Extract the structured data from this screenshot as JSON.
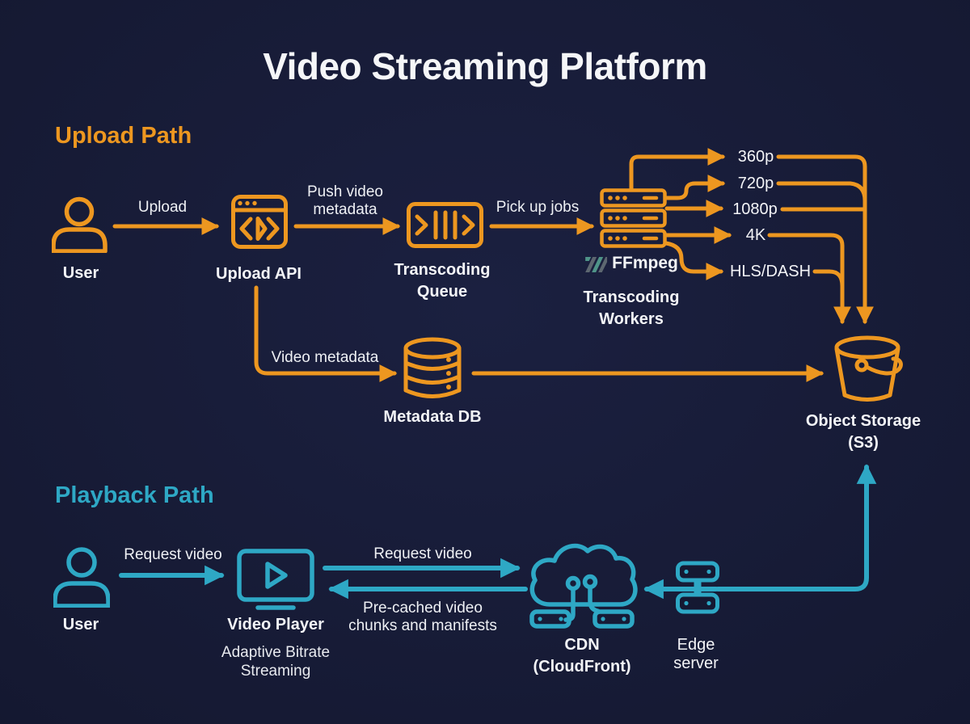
{
  "title": "Video Streaming Platform",
  "colors": {
    "background": "#151932",
    "orange": "#ED9720",
    "teal": "#2EA8C5",
    "text_white": "#F3F4F7",
    "ffmpeg_green": "#4F9488"
  },
  "upload": {
    "header": "Upload Path",
    "user_label": "User",
    "upload_api_label": "Upload API",
    "queue_label_1": "Transcoding",
    "queue_label_2": "Queue",
    "workers_logo": "FFmpeg",
    "workers_label_1": "Transcoding",
    "workers_label_2": "Workers",
    "db_label": "Metadata DB",
    "storage_label_1": "Object Storage",
    "storage_label_2": "(S3)",
    "edge_upload": "Upload",
    "edge_push_1": "Push video",
    "edge_push_2": "metadata",
    "edge_pickup": "Pick up jobs",
    "edge_video_metadata": "Video metadata",
    "outputs": [
      "360p",
      "720p",
      "1080p",
      "4K",
      "HLS/DASH"
    ]
  },
  "playback": {
    "header": "Playback Path",
    "user_label": "User",
    "player_label": "Video Player",
    "player_sub_1": "Adaptive Bitrate",
    "player_sub_2": "Streaming",
    "cdn_label_1": "CDN",
    "cdn_label_2": "(CloudFront)",
    "edge_server_label_1": "Edge",
    "edge_server_label_2": "server",
    "edge_request_user": "Request video",
    "edge_request_cdn": "Request video",
    "edge_precached_1": "Pre-cached video",
    "edge_precached_2": "chunks and manifests"
  }
}
